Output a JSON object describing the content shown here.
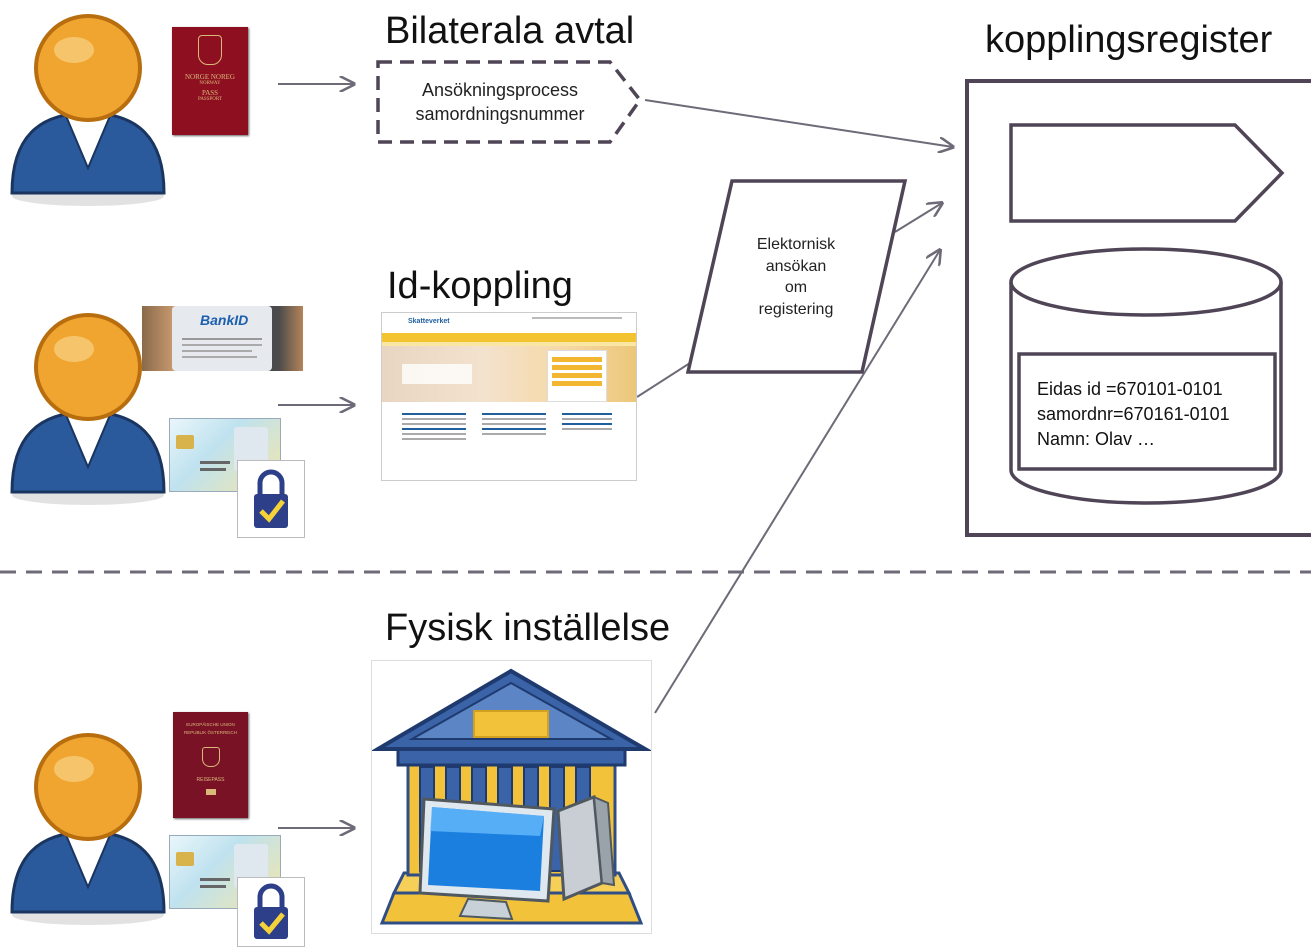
{
  "headings": {
    "bilateral": "Bilaterala avtal",
    "idkoppling": "Id-koppling",
    "fysisk": "Fysisk inställelse",
    "register": "kopplingsregister"
  },
  "process_box": {
    "line1": "Ansökningsprocess",
    "line2": "samordningsnummer"
  },
  "electronic_doc": {
    "line1": "Elektornisk",
    "line2": "ansökan",
    "line3": "om",
    "line4": "registering"
  },
  "record": {
    "line1": "Eidas id  =670101-0101",
    "line2": "samordnr=670161-0101",
    "line3": "Namn: Olav …"
  },
  "passport_norway": {
    "line1": "NORGE NOREG",
    "line2": "NORWAY",
    "line3": "PASS",
    "line4": "PASSPORT"
  },
  "passport_austria": {
    "line1": "EUROPÄISCHE UNION",
    "line2": "REPUBLIK ÖSTERREICH",
    "line3": "REISEPASS"
  },
  "bankid": {
    "label": "BankID"
  },
  "website": {
    "brand": "Skatteverket"
  },
  "colors": {
    "outline": "#4f4556",
    "arrow": "#6f6a78",
    "person_head": "#f0a530",
    "person_body": "#2b5a9c",
    "passport_red": "#8e1020",
    "bank_blue": "#3a63a8",
    "bank_gold": "#f2c33a"
  }
}
